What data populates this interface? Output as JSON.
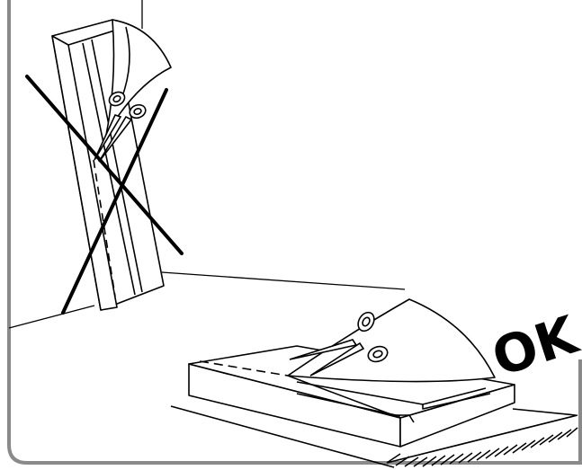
{
  "illustration": {
    "ok_label": "OK",
    "wrong_marker": "cross-out",
    "subjects": [
      "upright-box-wrong",
      "flat-box-correct",
      "scissors"
    ]
  },
  "colors": {
    "line": "#000000",
    "frame": "#8a8a8a",
    "background": "#ffffff"
  }
}
